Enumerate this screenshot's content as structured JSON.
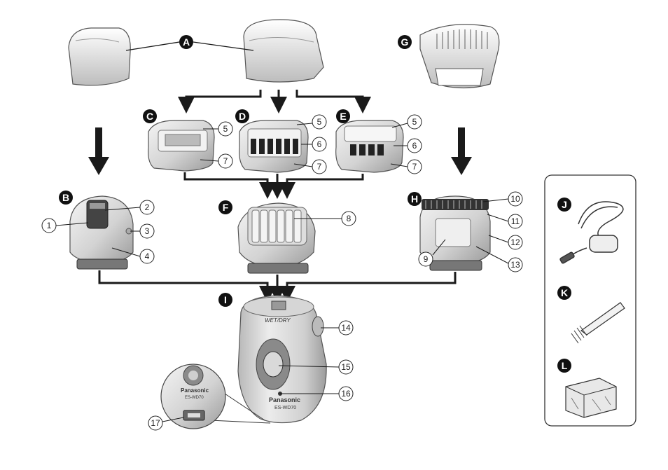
{
  "letter_labels": {
    "A": "A",
    "B": "B",
    "C": "C",
    "D": "D",
    "E": "E",
    "F": "F",
    "G": "G",
    "H": "H",
    "I": "I",
    "J": "J",
    "K": "K",
    "L": "L"
  },
  "part_numbers": {
    "n1": "1",
    "n2": "2",
    "n3": "3",
    "n4": "4",
    "n5": "5",
    "n6": "6",
    "n7": "7",
    "n8": "8",
    "n9": "9",
    "n10": "10",
    "n11": "11",
    "n12": "12",
    "n13": "13",
    "n14": "14",
    "n15": "15",
    "n16": "16",
    "n17": "17"
  },
  "device_text": {
    "wet_dry": "WET/DRY",
    "brand": "Panasonic",
    "model": "ES-WD70"
  },
  "colors": {
    "label_fill": "#111111",
    "body_light": "#e2e2e2",
    "body_mid": "#c4c4c4",
    "body_dark": "#8a8a8a",
    "line": "#1a1a1a"
  }
}
